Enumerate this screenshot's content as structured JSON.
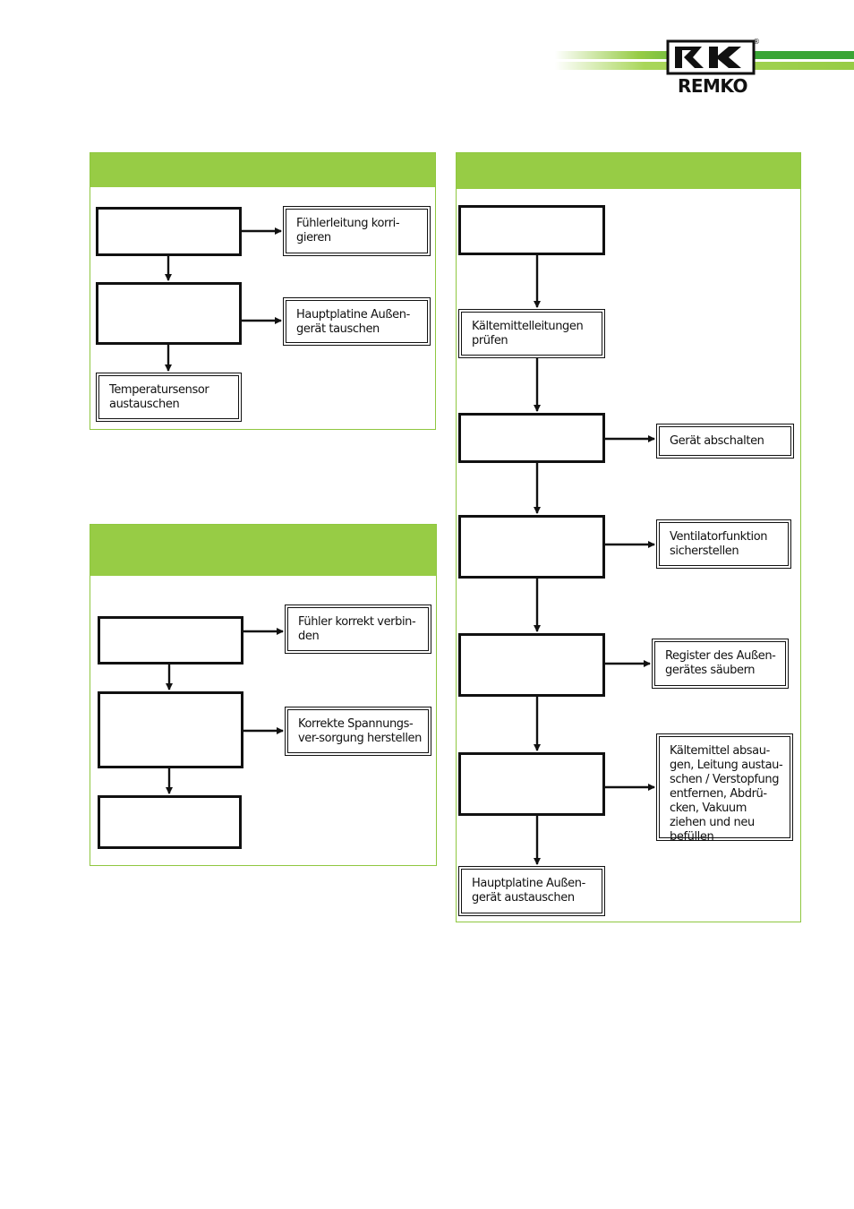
{
  "brand": {
    "name": "REMKO",
    "registered_mark": "®",
    "colors": {
      "green": "#97cc45",
      "green_dark": "#3aa535",
      "border": "#8fc740"
    }
  },
  "section1": {
    "heading": "",
    "box_a": "",
    "box_b": "",
    "action_wiring": "Fühlerleitung korri-gieren",
    "action_mainboard": "Hauptplatine Außen-gerät tauschen",
    "action_sensor": "Temperatursensor austauschen"
  },
  "section2": {
    "heading": "",
    "box_a": "",
    "box_b": "",
    "box_c": "",
    "action_connect": "Fühler korrekt verbin-den",
    "action_power": "Korrekte Spannungs-ver-sorgung herstellen"
  },
  "section3": {
    "heading": "",
    "box_start": "",
    "check_lines": "Kältemittelleitungen prüfen",
    "box_q1": "",
    "box_q2": "",
    "box_q3": "",
    "box_q4": "",
    "action_switch_off": "Gerät abschalten",
    "action_fan": "Ventilatorfunktion sicherstellen",
    "action_register": "Register des Außen-gerätes säubern",
    "action_refrigerant": "Kältemittel absau-gen, Leitung austau-schen / Verstopfung entfernen, Abdrü-cken, Vakuum ziehen und neu befüllen",
    "action_mainboard": "Hauptplatine Außen-gerät austauschen"
  }
}
